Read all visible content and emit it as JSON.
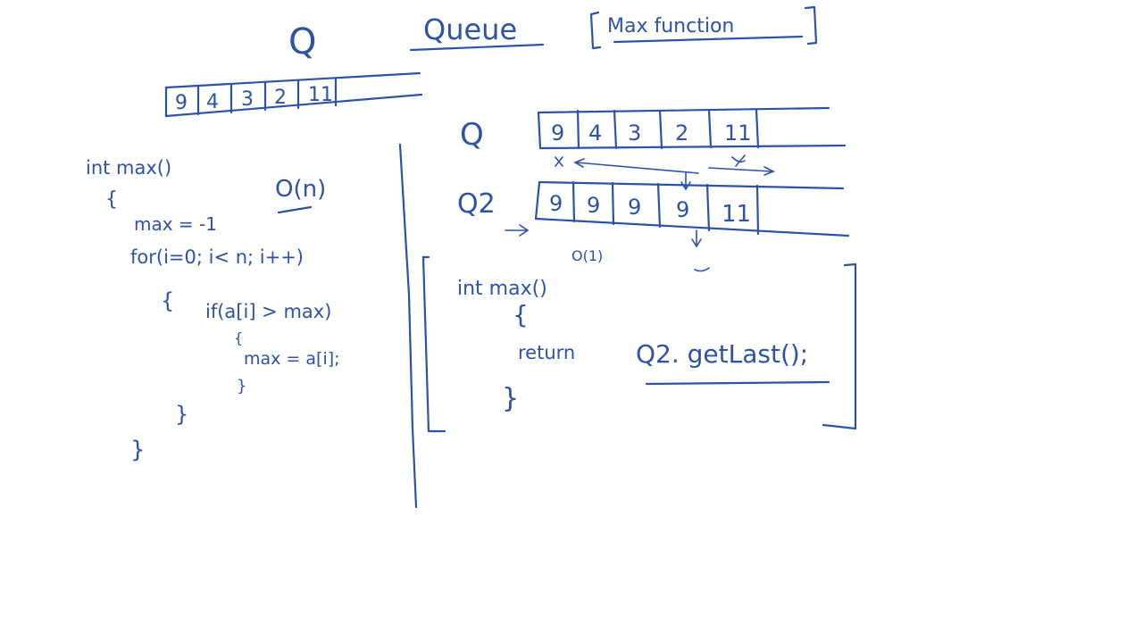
{
  "colors": {
    "ink": "#2d52a6",
    "background": "#ffffff"
  },
  "header": {
    "q_label": "Q",
    "title": "Queue",
    "subtitle": "Max function"
  },
  "top_queue": {
    "values": [
      "9",
      "4",
      "3",
      "2",
      "11"
    ]
  },
  "naive_code": {
    "complexity": "O(n)",
    "lines": [
      "int max()",
      "{",
      "max = -1",
      "for(i=0; i< n; i++)",
      "{",
      "if(a[i] > max)",
      "{",
      "max = a[i];",
      "}",
      "}",
      "}"
    ]
  },
  "q1": {
    "label": "Q",
    "values": [
      "9",
      "4",
      "3",
      "2",
      "11"
    ]
  },
  "q2": {
    "label": "Q2",
    "values": [
      "9",
      "9",
      "9",
      "9",
      "11"
    ]
  },
  "optimized_code": {
    "complexity": "O(1)",
    "signature": "int max()",
    "open_brace": "{",
    "return_kw": "return",
    "return_expr": "Q2. getLast();",
    "close_brace": "}"
  }
}
